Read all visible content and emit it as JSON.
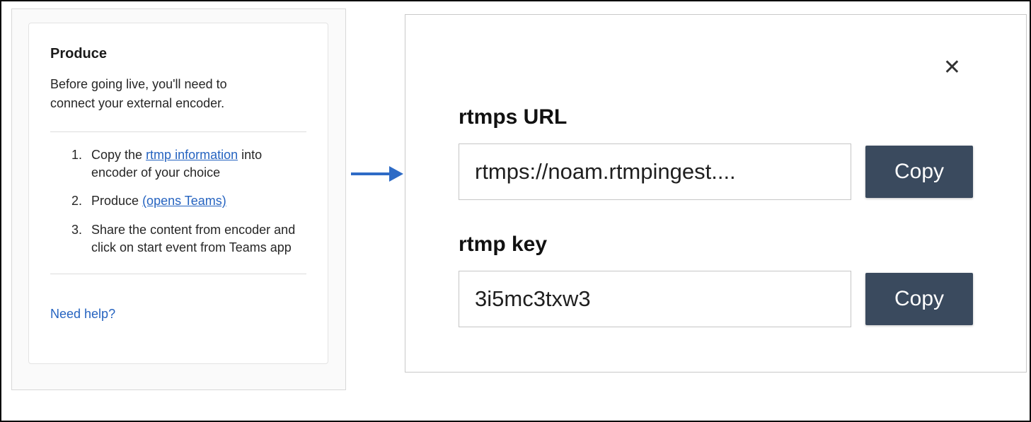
{
  "left_panel": {
    "title": "Produce",
    "intro": "Before going live, you'll need to connect your external encoder.",
    "steps": [
      {
        "num": "1.",
        "pre": "Copy the ",
        "link": "rtmp information",
        "post": " into encoder of your choice"
      },
      {
        "num": "2.",
        "pre": "Produce ",
        "link": "(opens Teams)"
      },
      {
        "num": "3.",
        "text": "Share the content from encoder and click on start event from Teams app"
      }
    ],
    "help_link": "Need help?"
  },
  "dialog": {
    "close_glyph": "✕",
    "fields": [
      {
        "label": "rtmps URL",
        "value": "rtmps://noam.rtmpingest....",
        "button": "Copy"
      },
      {
        "label": "rtmp key",
        "value": "3i5mc3txw3",
        "button": "Copy"
      }
    ]
  },
  "colors": {
    "link_blue": "#2563c0",
    "arrow_blue": "#2e6bc6",
    "copy_button_bg": "#3a4a5e",
    "copy_button_text": "#ffffff"
  }
}
